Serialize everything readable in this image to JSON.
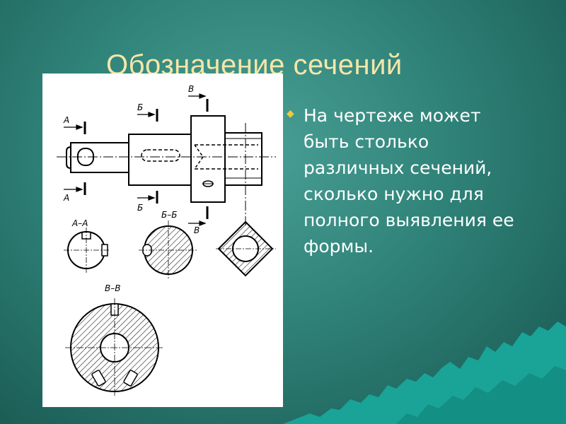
{
  "slide": {
    "title": "Обозначение сечений",
    "bullet": {
      "marker_icon": "diamond-bullet-icon",
      "text": "На чертеже может быть столько различных сечений, сколько нужно для полного выявления ее формы."
    }
  },
  "drawing": {
    "labels": {
      "a_top": "А",
      "a_bottom": "А",
      "b_top": "Б",
      "b_bottom": "Б",
      "v_top": "В",
      "v_bottom": "В",
      "section_aa": "А–А",
      "section_bb": "Б–Б",
      "section_vv": "В–В"
    }
  },
  "colors": {
    "background": "#2f8278",
    "title": "#f4e6a8",
    "text": "#ffffff",
    "bullet": "#f0c840",
    "mountain": "#1aa397"
  }
}
